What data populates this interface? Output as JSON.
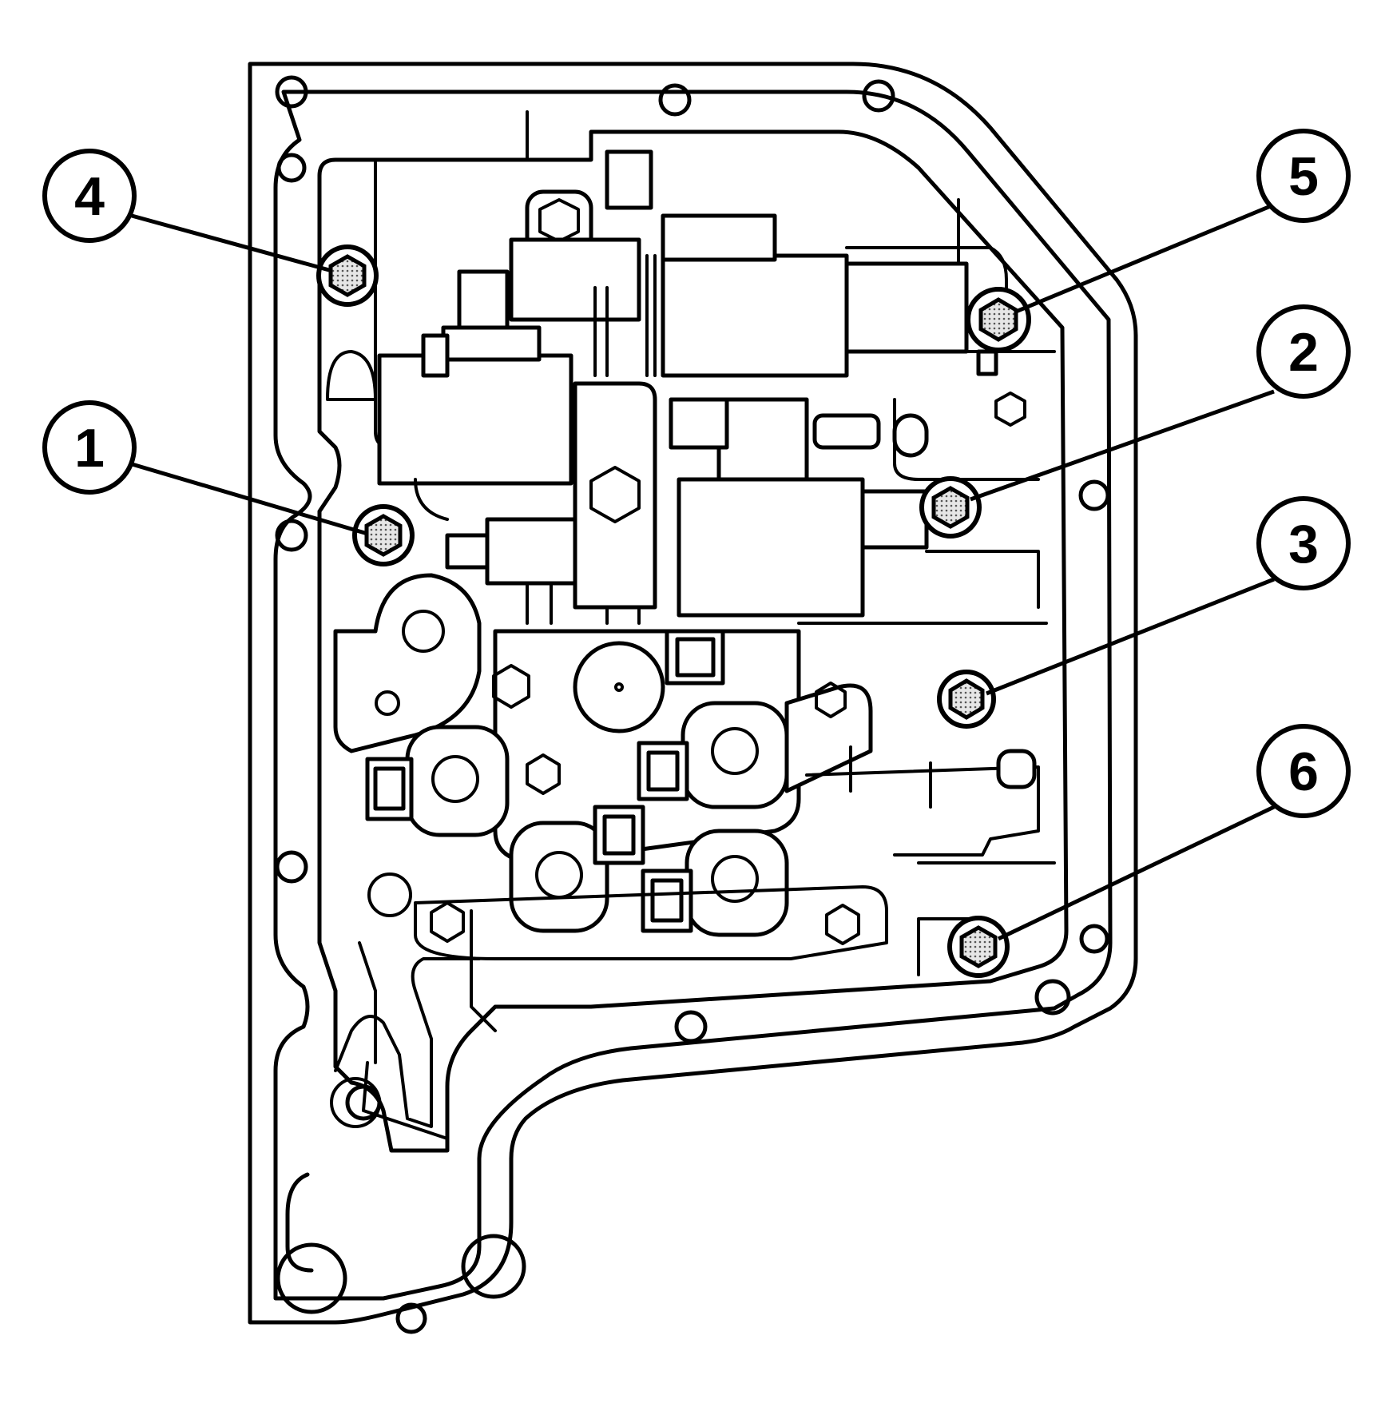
{
  "callouts": [
    {
      "id": "1",
      "label": "1"
    },
    {
      "id": "2",
      "label": "2"
    },
    {
      "id": "3",
      "label": "3"
    },
    {
      "id": "4",
      "label": "4"
    },
    {
      "id": "5",
      "label": "5"
    },
    {
      "id": "6",
      "label": "6"
    }
  ],
  "colors": {
    "line": "#000000",
    "background": "#ffffff",
    "bolt_fill": "#cfcfcf"
  },
  "bolts": [
    {
      "callout": "1",
      "type": "hex-bolt"
    },
    {
      "callout": "2",
      "type": "hex-bolt"
    },
    {
      "callout": "3",
      "type": "hex-bolt"
    },
    {
      "callout": "4",
      "type": "hex-bolt"
    },
    {
      "callout": "5",
      "type": "hex-bolt"
    },
    {
      "callout": "6",
      "type": "hex-bolt"
    }
  ]
}
